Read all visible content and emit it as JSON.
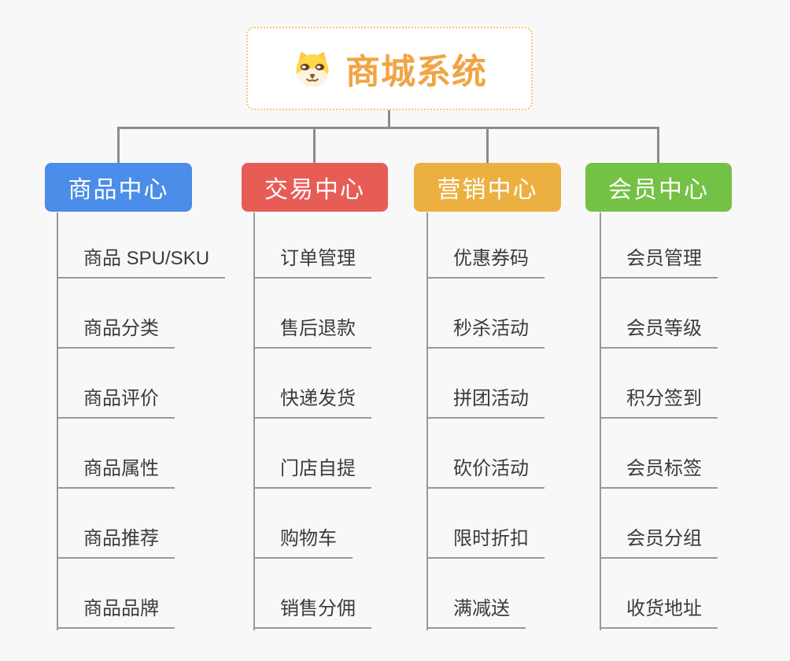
{
  "canvas": {
    "background": "#f8f8f8"
  },
  "root": {
    "title": "商城系统",
    "icon": "shiba-dog-icon",
    "title_color": "#F0A545",
    "border_color": "#F5C76E"
  },
  "connector_color": "#8C8C8C",
  "branches": [
    {
      "id": "goods",
      "label": "商品中心",
      "color": "#4B8DE8",
      "items": [
        "商品 SPU/SKU",
        "商品分类",
        "商品评价",
        "商品属性",
        "商品推荐",
        "商品品牌"
      ]
    },
    {
      "id": "trade",
      "label": "交易中心",
      "color": "#E75D56",
      "items": [
        "订单管理",
        "售后退款",
        "快递发货",
        "门店自提",
        "购物车",
        "销售分佣"
      ]
    },
    {
      "id": "marketing",
      "label": "营销中心",
      "color": "#ECB041",
      "items": [
        "优惠券码",
        "秒杀活动",
        "拼团活动",
        "砍价活动",
        "限时折扣",
        "满减送"
      ]
    },
    {
      "id": "member",
      "label": "会员中心",
      "color": "#73C145",
      "items": [
        "会员管理",
        "会员等级",
        "积分签到",
        "会员标签",
        "会员分组",
        "收货地址"
      ]
    }
  ]
}
